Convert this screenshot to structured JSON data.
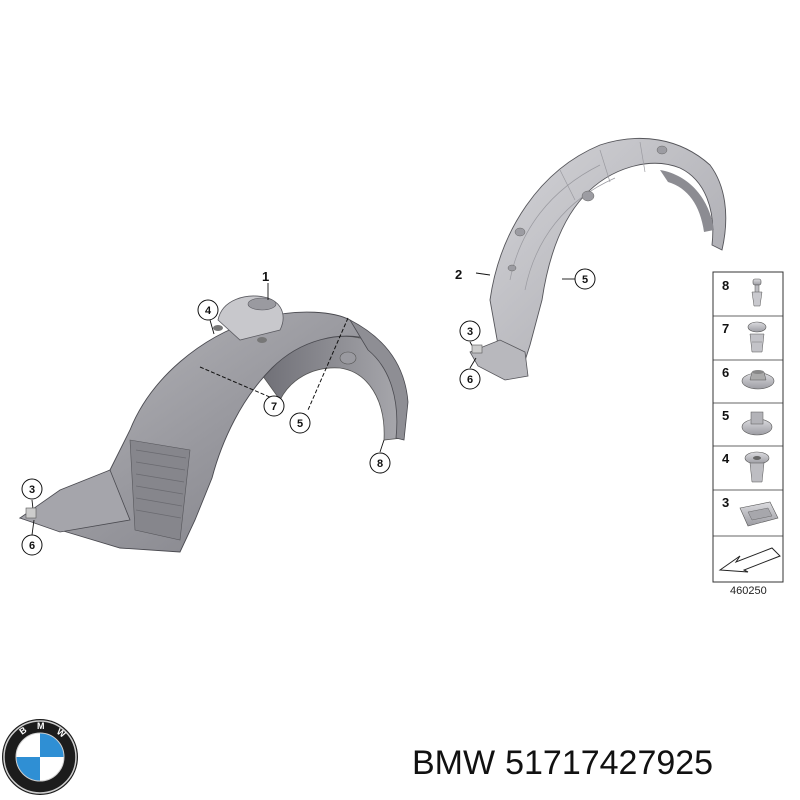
{
  "diagram": {
    "part_labels": {
      "left_liner": "1",
      "right_liner": "2"
    },
    "left_callouts": [
      "4",
      "7",
      "5",
      "8",
      "3",
      "6"
    ],
    "right_callouts": [
      "5",
      "3",
      "6"
    ],
    "legend": [
      "8",
      "7",
      "6",
      "5",
      "4",
      "3"
    ],
    "reference_number": "460250"
  },
  "caption": {
    "brand": "BMW",
    "part_number": "51717427925"
  },
  "logo": {
    "colors": {
      "ring": "#1c1c1c",
      "blue": "#2f8fd4",
      "white": "#ffffff"
    }
  }
}
